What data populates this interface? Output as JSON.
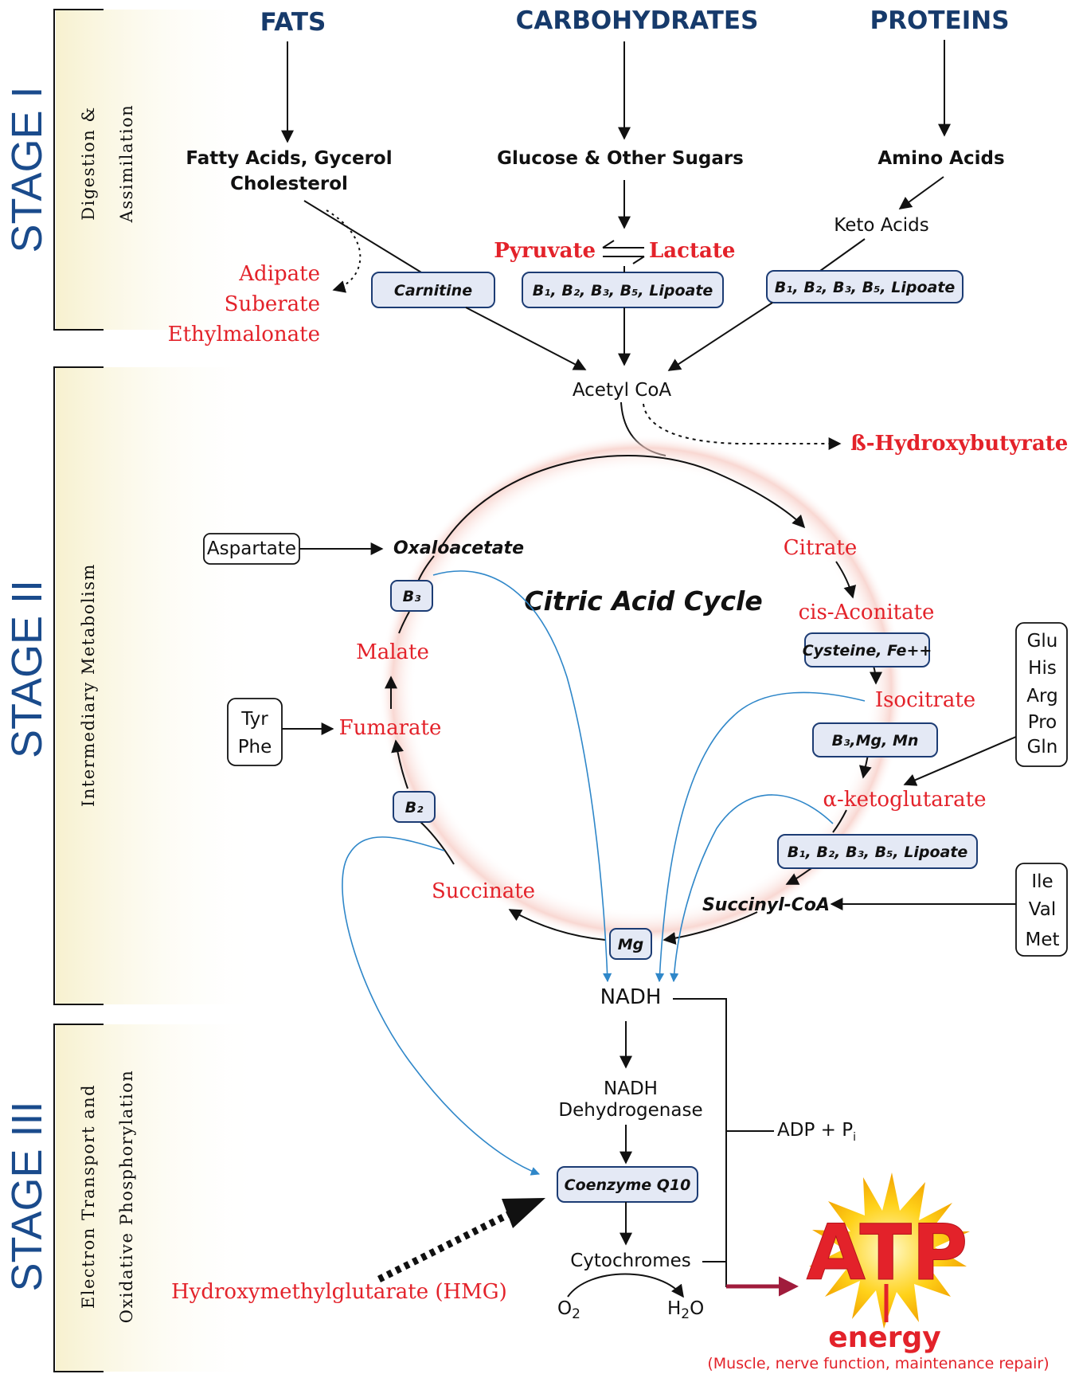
{
  "stages": [
    {
      "label": "STAGE I",
      "sub1": "Digestion &",
      "sub2": "Assimilation"
    },
    {
      "label": "STAGE II",
      "sub1": "Intermediary Metabolism",
      "sub2": ""
    },
    {
      "label": "STAGE III",
      "sub1": "Electron Transport and",
      "sub2": "Oxidative Phosphorylation"
    }
  ],
  "sources": {
    "fats": "FATS",
    "carbs": "CARBOHYDRATES",
    "proteins": "PROTEINS"
  },
  "stage1": {
    "fatty_line1": "Fatty Acids, Gycerol",
    "fatty_line2": "Cholesterol",
    "glucose": "Glucose & Other Sugars",
    "amino": "Amino Acids",
    "keto": "Keto Acids",
    "pyruvate": "Pyruvate",
    "lactate": "Lactate",
    "adipate": "Adipate",
    "suberate": "Suberate",
    "ethylmalonate": "Ethylmalonate",
    "carnitine": "Carnitine",
    "acetyl": "Acetyl CoA",
    "hydroxybutyrate": "ß-Hydroxybutyrate"
  },
  "cycle": {
    "title": "Citric Acid Cycle",
    "oxaloacetate": "Oxaloacetate",
    "citrate": "Citrate",
    "cis_aconitate": "cis-Aconitate",
    "isocitrate": "Isocitrate",
    "alpha_kg": "α-ketoglutarate",
    "succinyl_coa": "Succinyl-CoA",
    "succinate": "Succinate",
    "fumarate": "Fumarate",
    "malate": "Malate",
    "aspartate": "Aspartate",
    "tyr": "Tyr",
    "phe": "Phe",
    "glu": "Glu",
    "his": "His",
    "arg": "Arg",
    "pro": "Pro",
    "gln": "Gln",
    "ile": "Ile",
    "val": "Val",
    "met": "Met"
  },
  "stage3": {
    "nadh": "NADH",
    "dehydro1": "NADH",
    "dehydro2": "Dehydrogenase",
    "adp": "ADP +  P",
    "adp_sub": "i",
    "cytochromes": "Cytochromes",
    "o2": "O",
    "o2_sub": "2",
    "h2o_h": "H",
    "h2o_sub": "2",
    "h2o_o": "O",
    "hmg": "Hydroxymethylglutarate (HMG)",
    "atp": "ATP",
    "energy": "energy",
    "energy_note": "(Muscle, nerve function, maintenance repair)"
  },
  "cofactors": {
    "carnitine": "Carnitine",
    "carb_b": "B₁, B₂, B₃, B₅, Lipoate",
    "prot_b": "B₁, B₂, B₃, B₅, Lipoate",
    "cysteine": "Cysteine, Fe++",
    "b3mg": "B₃,Mg, Mn",
    "akg_b": "B₁, B₂, B₃, B₅, Lipoate",
    "mg": "Mg",
    "b3": "B₃",
    "b2": "B₂",
    "coq10": "Coenzyme Q10"
  },
  "colors": {
    "stage_blue": "#1a4b8c",
    "metabolite_red": "#e3222a",
    "cofactor_fill": "#e4e9f5",
    "nadh_link_blue": "#2f87c9",
    "atp_red": "#e3222a",
    "sun_yellow": "#ffd21a"
  }
}
